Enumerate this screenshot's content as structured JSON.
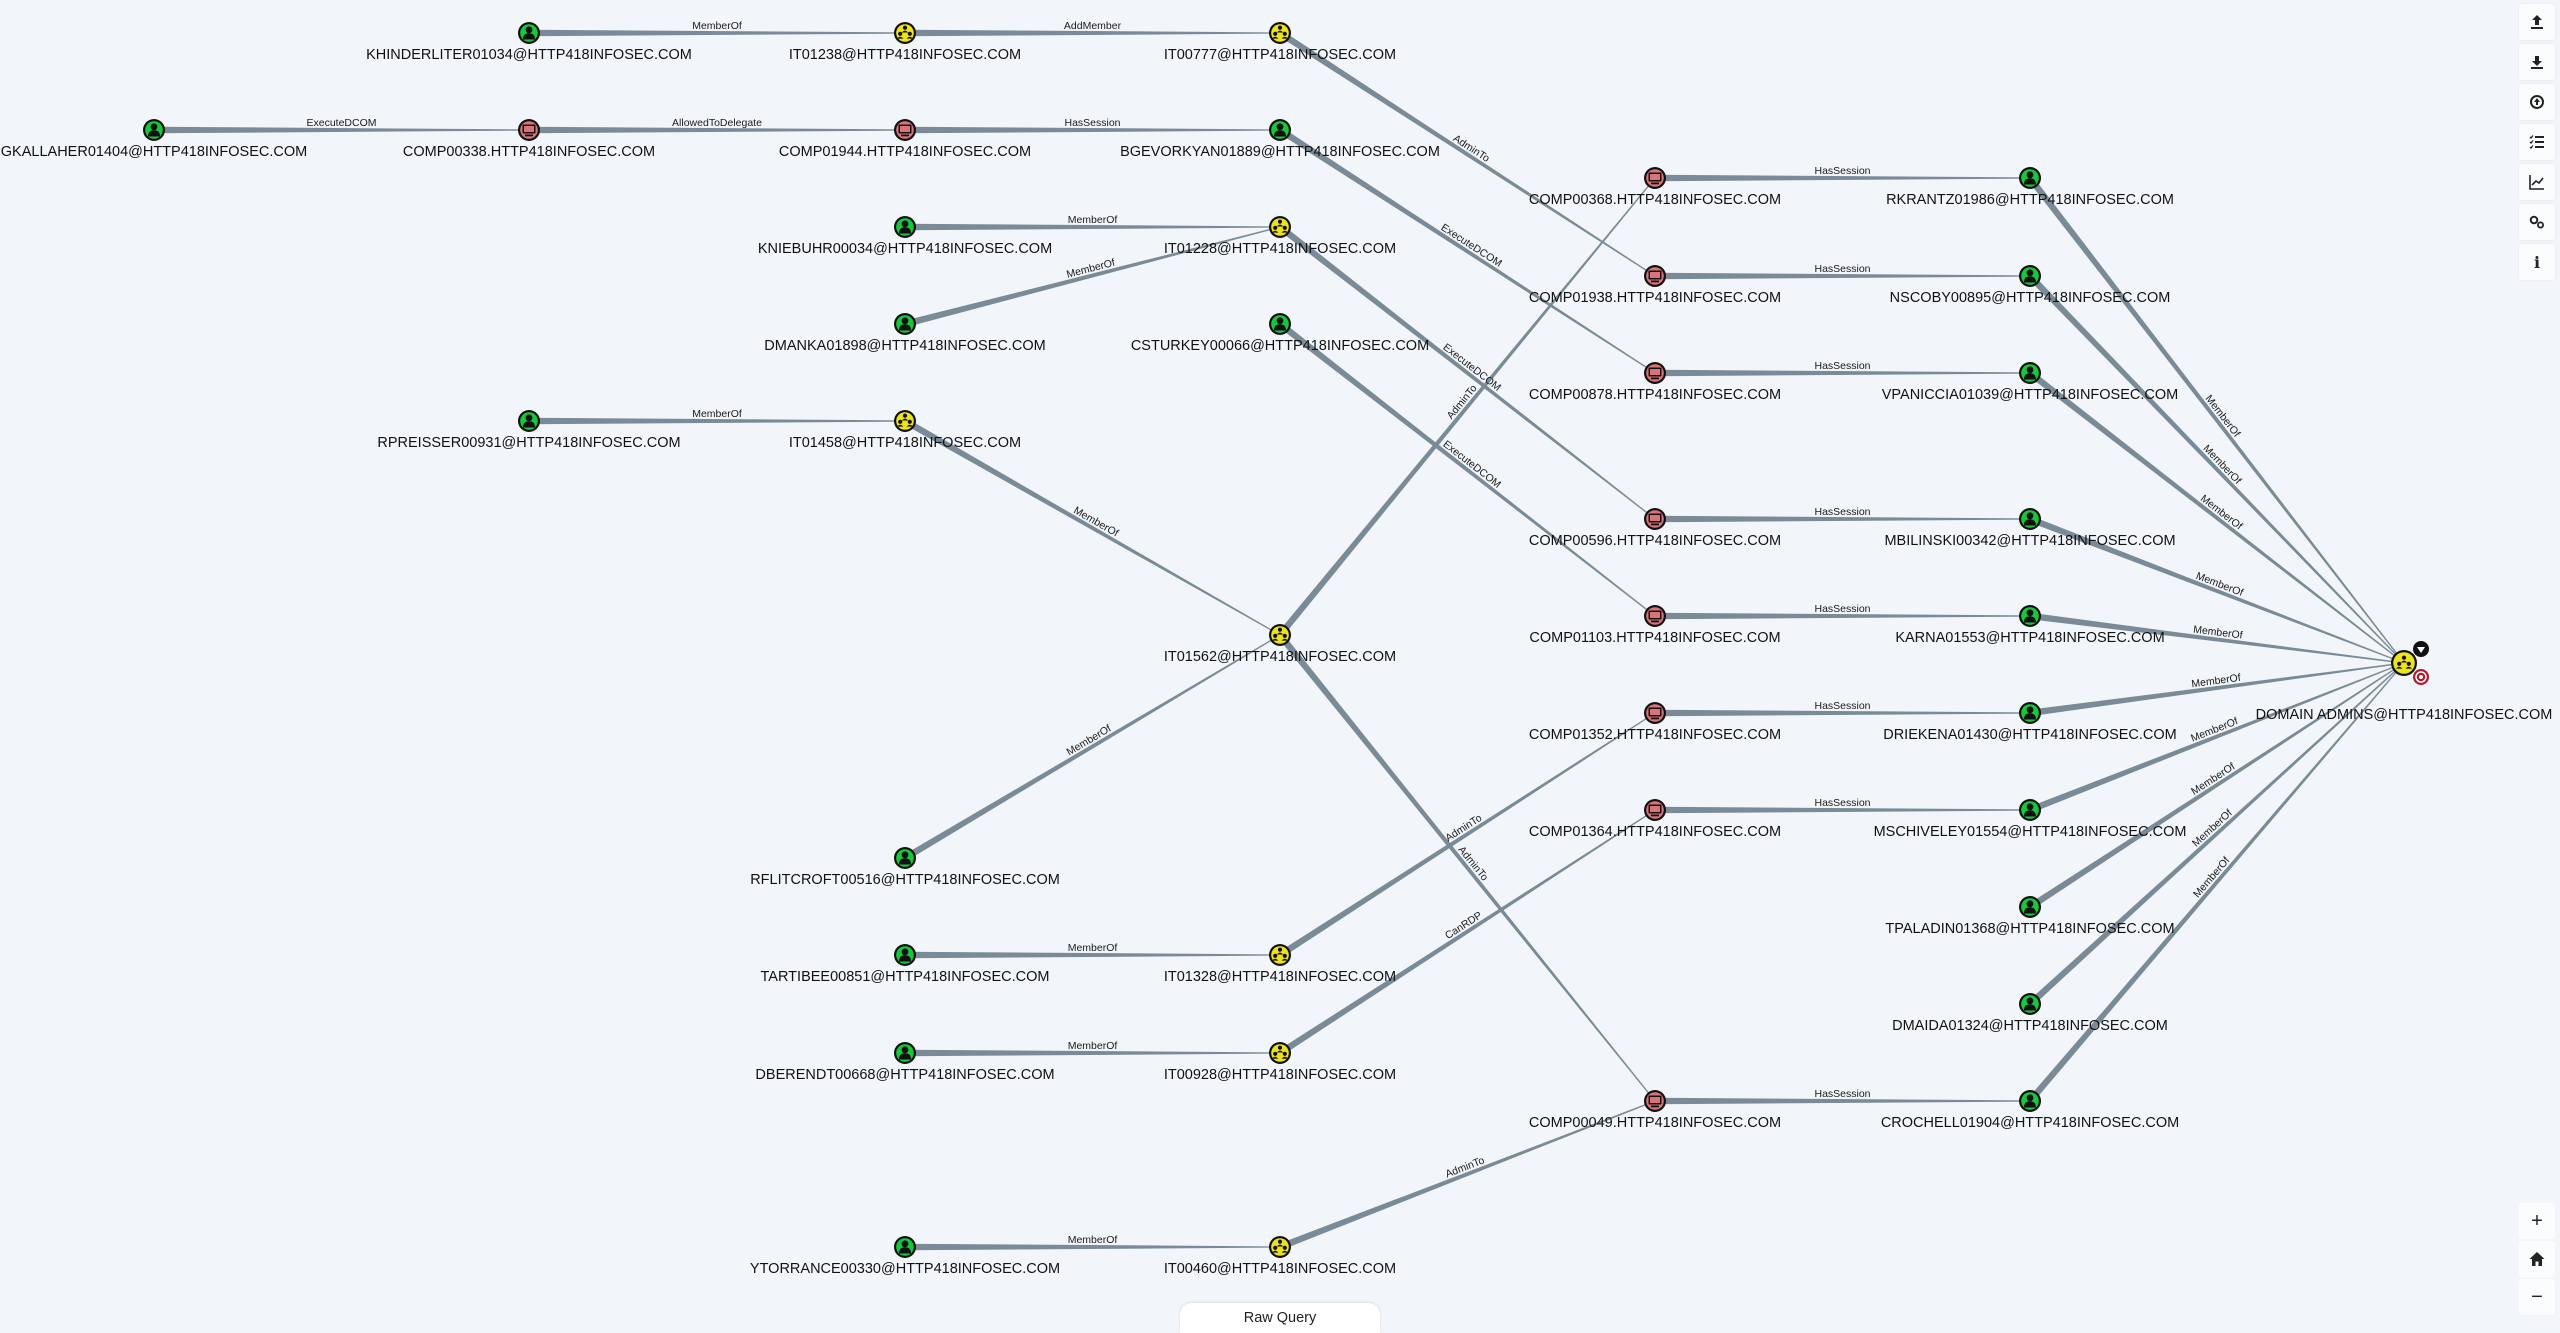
{
  "colors": {
    "user_node": "#17c93a",
    "group_node": "#ece21e",
    "computer_node": "#d9737a",
    "edge": "#7a8b97"
  },
  "nodes": [
    {
      "id": "khinderliter",
      "label": "KHINDERLITER01034@HTTP418INFOSEC.COM",
      "type": "user"
    },
    {
      "id": "it01238",
      "label": "IT01238@HTTP418INFOSEC.COM",
      "type": "group"
    },
    {
      "id": "it00777",
      "label": "IT00777@HTTP418INFOSEC.COM",
      "type": "group"
    },
    {
      "id": "gkallaher",
      "label": "GKALLAHER01404@HTTP418INFOSEC.COM",
      "type": "user"
    },
    {
      "id": "comp00338",
      "label": "COMP00338.HTTP418INFOSEC.COM",
      "type": "computer"
    },
    {
      "id": "comp01944",
      "label": "COMP01944.HTTP418INFOSEC.COM",
      "type": "computer"
    },
    {
      "id": "bgevorkyan",
      "label": "BGEVORKYAN01889@HTTP418INFOSEC.COM",
      "type": "user"
    },
    {
      "id": "kniebuhr",
      "label": "KNIEBUHR00034@HTTP418INFOSEC.COM",
      "type": "user"
    },
    {
      "id": "it01228",
      "label": "IT01228@HTTP418INFOSEC.COM",
      "type": "group"
    },
    {
      "id": "dmanka",
      "label": "DMANKA01898@HTTP418INFOSEC.COM",
      "type": "user"
    },
    {
      "id": "csturkey",
      "label": "CSTURKEY00066@HTTP418INFOSEC.COM",
      "type": "user"
    },
    {
      "id": "rpreisser",
      "label": "RPREISSER00931@HTTP418INFOSEC.COM",
      "type": "user"
    },
    {
      "id": "it01458",
      "label": "IT01458@HTTP418INFOSEC.COM",
      "type": "group"
    },
    {
      "id": "it01562",
      "label": "IT01562@HTTP418INFOSEC.COM",
      "type": "group"
    },
    {
      "id": "rflitcroft",
      "label": "RFLITCROFT00516@HTTP418INFOSEC.COM",
      "type": "user"
    },
    {
      "id": "tartibee",
      "label": "TARTIBEE00851@HTTP418INFOSEC.COM",
      "type": "user"
    },
    {
      "id": "it01328",
      "label": "IT01328@HTTP418INFOSEC.COM",
      "type": "group"
    },
    {
      "id": "dberendt",
      "label": "DBERENDT00668@HTTP418INFOSEC.COM",
      "type": "user"
    },
    {
      "id": "it00928",
      "label": "IT00928@HTTP418INFOSEC.COM",
      "type": "group"
    },
    {
      "id": "ytorrance",
      "label": "YTORRANCE00330@HTTP418INFOSEC.COM",
      "type": "user"
    },
    {
      "id": "it00460",
      "label": "IT00460@HTTP418INFOSEC.COM",
      "type": "group"
    },
    {
      "id": "comp00368",
      "label": "COMP00368.HTTP418INFOSEC.COM",
      "type": "computer"
    },
    {
      "id": "comp01938",
      "label": "COMP01938.HTTP418INFOSEC.COM",
      "type": "computer"
    },
    {
      "id": "comp00878",
      "label": "COMP00878.HTTP418INFOSEC.COM",
      "type": "computer"
    },
    {
      "id": "comp00596",
      "label": "COMP00596.HTTP418INFOSEC.COM",
      "type": "computer"
    },
    {
      "id": "comp01103",
      "label": "COMP01103.HTTP418INFOSEC.COM",
      "type": "computer"
    },
    {
      "id": "comp01352",
      "label": "COMP01352.HTTP418INFOSEC.COM",
      "type": "computer"
    },
    {
      "id": "comp01364",
      "label": "COMP01364.HTTP418INFOSEC.COM",
      "type": "computer"
    },
    {
      "id": "comp00049",
      "label": "COMP00049.HTTP418INFOSEC.COM",
      "type": "computer"
    },
    {
      "id": "rkrantz",
      "label": "RKRANTZ01986@HTTP418INFOSEC.COM",
      "type": "user"
    },
    {
      "id": "nscoby",
      "label": "NSCOBY00895@HTTP418INFOSEC.COM",
      "type": "user"
    },
    {
      "id": "vpaniccia",
      "label": "VPANICCIA01039@HTTP418INFOSEC.COM",
      "type": "user"
    },
    {
      "id": "mbilinski",
      "label": "MBILINSKI00342@HTTP418INFOSEC.COM",
      "type": "user"
    },
    {
      "id": "karna",
      "label": "KARNA01553@HTTP418INFOSEC.COM",
      "type": "user"
    },
    {
      "id": "driekena",
      "label": "DRIEKENA01430@HTTP418INFOSEC.COM",
      "type": "user"
    },
    {
      "id": "mschiveley",
      "label": "MSCHIVELEY01554@HTTP418INFOSEC.COM",
      "type": "user"
    },
    {
      "id": "tpaladin",
      "label": "TPALADIN01368@HTTP418INFOSEC.COM",
      "type": "user"
    },
    {
      "id": "dmaida",
      "label": "DMAIDA01324@HTTP418INFOSEC.COM",
      "type": "user"
    },
    {
      "id": "crochell",
      "label": "CROCHELL01904@HTTP418INFOSEC.COM",
      "type": "user"
    },
    {
      "id": "domainadmins",
      "label": "DOMAIN ADMINS@HTTP418INFOSEC.COM",
      "type": "group"
    }
  ],
  "edges": [
    {
      "from": "khinderliter",
      "to": "it01238",
      "label": "MemberOf"
    },
    {
      "from": "it01238",
      "to": "it00777",
      "label": "AddMember"
    },
    {
      "from": "gkallaher",
      "to": "comp00338",
      "label": "ExecuteDCOM"
    },
    {
      "from": "comp00338",
      "to": "comp01944",
      "label": "AllowedToDelegate"
    },
    {
      "from": "comp01944",
      "to": "bgevorkyan",
      "label": "HasSession"
    },
    {
      "from": "kniebuhr",
      "to": "it01228",
      "label": "MemberOf"
    },
    {
      "from": "dmanka",
      "to": "it01228",
      "label": "MemberOf"
    },
    {
      "from": "rpreisser",
      "to": "it01458",
      "label": "MemberOf"
    },
    {
      "from": "it01458",
      "to": "it01562",
      "label": "MemberOf"
    },
    {
      "from": "rflitcroft",
      "to": "it01562",
      "label": "MemberOf"
    },
    {
      "from": "tartibee",
      "to": "it01328",
      "label": "MemberOf"
    },
    {
      "from": "dberendt",
      "to": "it00928",
      "label": "MemberOf"
    },
    {
      "from": "ytorrance",
      "to": "it00460",
      "label": "MemberOf"
    },
    {
      "from": "it00777",
      "to": "comp01938",
      "label": "AdminTo"
    },
    {
      "from": "bgevorkyan",
      "to": "comp00878",
      "label": "ExecuteDCOM"
    },
    {
      "from": "it01228",
      "to": "comp00596",
      "label": "ExecuteDCOM"
    },
    {
      "from": "csturkey",
      "to": "comp01103",
      "label": "ExecuteDCOM"
    },
    {
      "from": "it01562",
      "to": "comp00368",
      "label": "AdminTo"
    },
    {
      "from": "it01562",
      "to": "comp00049",
      "label": "AdminTo"
    },
    {
      "from": "it01328",
      "to": "comp01352",
      "label": "AdminTo"
    },
    {
      "from": "it00928",
      "to": "comp01364",
      "label": "CanRDP"
    },
    {
      "from": "it00460",
      "to": "comp00049",
      "label": "AdminTo"
    },
    {
      "from": "comp00368",
      "to": "rkrantz",
      "label": "HasSession"
    },
    {
      "from": "comp01938",
      "to": "nscoby",
      "label": "HasSession"
    },
    {
      "from": "comp00878",
      "to": "vpaniccia",
      "label": "HasSession"
    },
    {
      "from": "comp00596",
      "to": "mbilinski",
      "label": "HasSession"
    },
    {
      "from": "comp01103",
      "to": "karna",
      "label": "HasSession"
    },
    {
      "from": "comp01352",
      "to": "driekena",
      "label": "HasSession"
    },
    {
      "from": "comp01364",
      "to": "mschiveley",
      "label": "HasSession"
    },
    {
      "from": "comp00049",
      "to": "crochell",
      "label": "HasSession"
    },
    {
      "from": "rkrantz",
      "to": "domainadmins",
      "label": "MemberOf"
    },
    {
      "from": "nscoby",
      "to": "domainadmins",
      "label": "MemberOf"
    },
    {
      "from": "vpaniccia",
      "to": "domainadmins",
      "label": "MemberOf"
    },
    {
      "from": "mbilinski",
      "to": "domainadmins",
      "label": "MemberOf"
    },
    {
      "from": "karna",
      "to": "domainadmins",
      "label": "MemberOf"
    },
    {
      "from": "driekena",
      "to": "domainadmins",
      "label": "MemberOf"
    },
    {
      "from": "mschiveley",
      "to": "domainadmins",
      "label": "MemberOf"
    },
    {
      "from": "tpaladin",
      "to": "domainadmins",
      "label": "MemberOf"
    },
    {
      "from": "dmaida",
      "to": "domainadmins",
      "label": "MemberOf"
    },
    {
      "from": "crochell",
      "to": "domainadmins",
      "label": "MemberOf"
    }
  ],
  "toolbar": {
    "buttons": [
      {
        "name": "upload-icon"
      },
      {
        "name": "download-icon"
      },
      {
        "name": "settings-icon"
      },
      {
        "name": "list-icon"
      },
      {
        "name": "chart-icon"
      },
      {
        "name": "gears-icon"
      },
      {
        "name": "info-icon"
      }
    ],
    "info_glyph": "i"
  },
  "zoom": {
    "zoom_in": "+",
    "zoom_out": "−"
  },
  "raw_query": {
    "label": "Raw Query"
  }
}
